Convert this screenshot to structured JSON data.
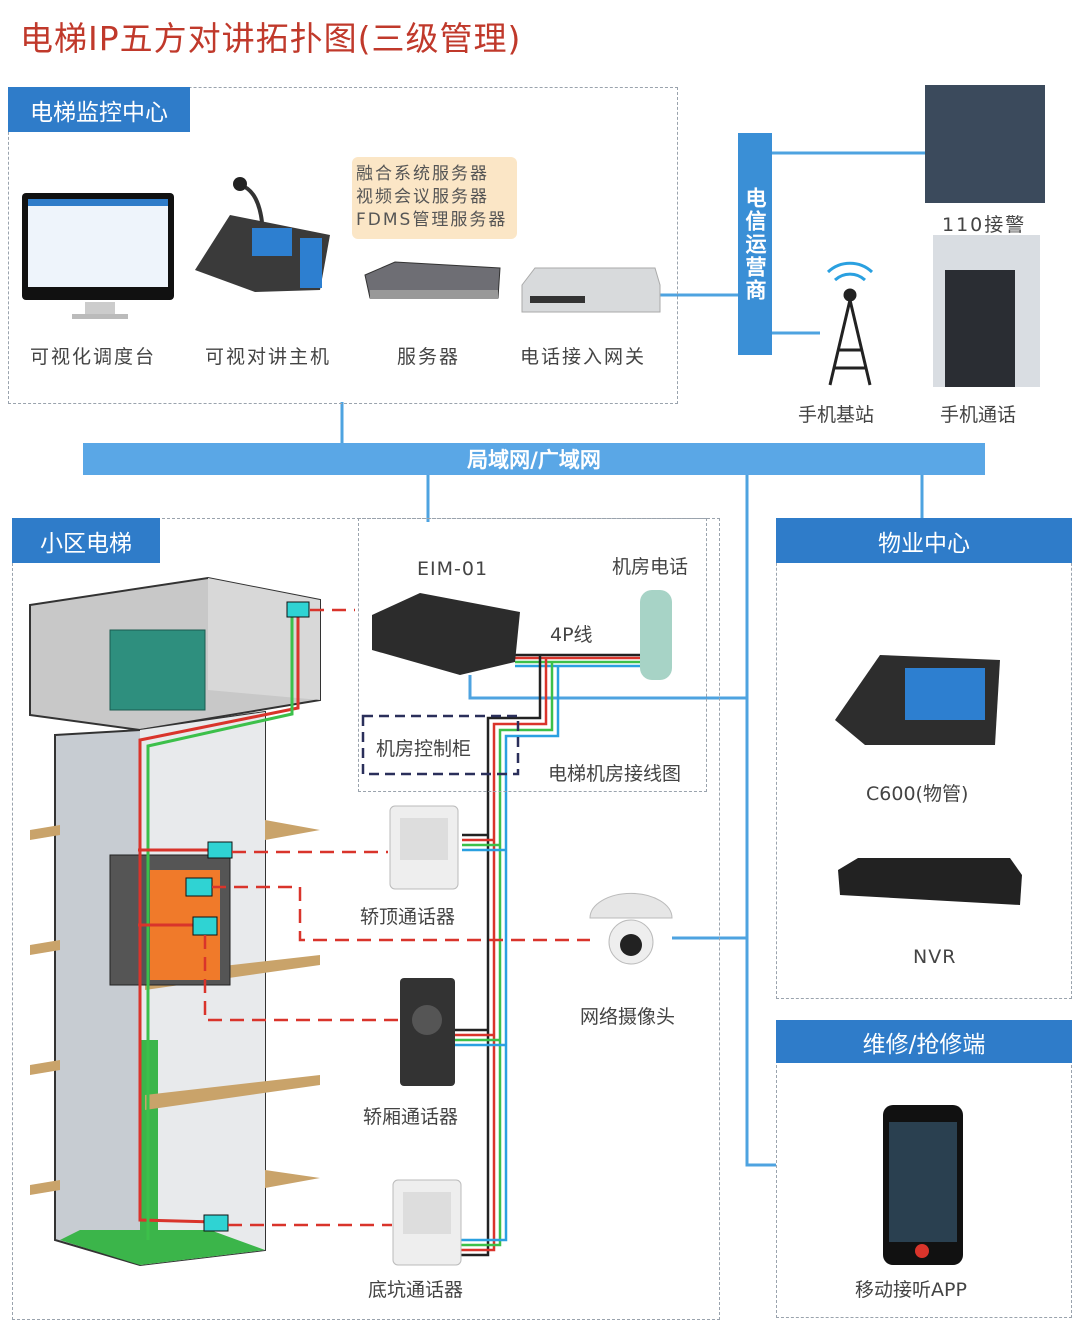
{
  "title": "电梯IP五方对讲拓扑图(三级管理)",
  "monitor_center": {
    "header": "电梯监控中心",
    "server_note": [
      "融合系统服务器",
      "视频会议服务器",
      "FDMS管理服务器"
    ],
    "devices": [
      "可视化调度台",
      "可视对讲主机",
      "服务器",
      "电话接入网关"
    ]
  },
  "carrier": {
    "label": "电信运营商",
    "items": [
      "110接警",
      "手机基站",
      "手机通话"
    ]
  },
  "network": {
    "label": "局域网/广域网"
  },
  "community": {
    "header": "小区电梯",
    "machine_room": {
      "eim": "EIM-01",
      "phone": "机房电话",
      "cable": "4P线",
      "cabinet": "机房控制柜",
      "caption": "电梯机房接线图"
    },
    "intercoms": [
      "轿顶通话器",
      "轿厢通话器",
      "底坑通话器"
    ],
    "camera": "网络摄像头"
  },
  "property": {
    "header": "物业中心",
    "devices": [
      "C600(物管)",
      "NVR"
    ]
  },
  "repair": {
    "header": "维修/抢修端",
    "devices": [
      "移动接听APP"
    ]
  },
  "colors": {
    "title": "#c0392b",
    "header": "#2f7cc9",
    "lan": "#5aa7e6",
    "red_line": "#d9342b",
    "green_line": "#3cc04a"
  }
}
